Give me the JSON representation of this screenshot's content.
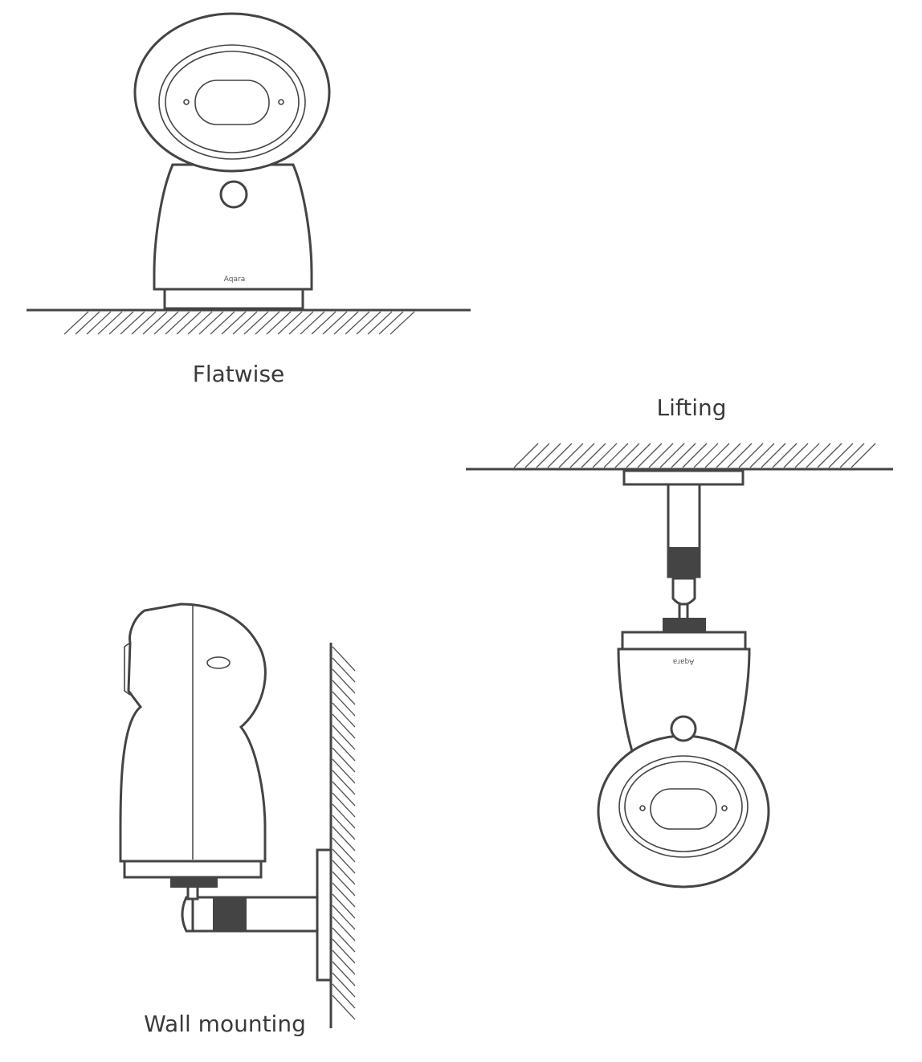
{
  "figure": {
    "labels": {
      "flatwise": "Flatwise",
      "lifting": "Lifting",
      "wall_mounting": "Wall mounting"
    },
    "brand_logo": "Aqara",
    "line_color": "#444444"
  }
}
